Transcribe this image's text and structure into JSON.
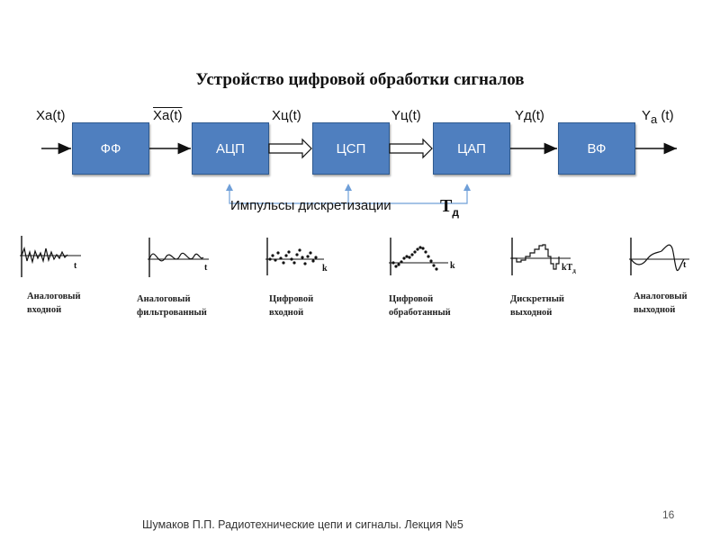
{
  "title": "Устройство цифровой обработки сигналов",
  "blocks": [
    "ФФ",
    "АЦП",
    "ЦСП",
    "ЦАП",
    "ВФ"
  ],
  "signals": {
    "xa": "Xa(t)",
    "xa_filtered": "Xa(t)",
    "xc": "Xц(t)",
    "yc": "Yц(t)",
    "yd": "Yд(t)",
    "ya_base": "Y",
    "ya_sub": "a",
    "ya_arg": " (t)"
  },
  "pulses": {
    "label": "Импульсы дискретизации",
    "td_base": "T",
    "td_sub": "д"
  },
  "plots": [
    {
      "caption": "Аналоговый\nвходной",
      "axis": "t",
      "axis_sub": ""
    },
    {
      "caption": "Аналоговый\nфильтрованный",
      "axis": "t",
      "axis_sub": ""
    },
    {
      "caption": "Цифровой\nвходной",
      "axis": "k",
      "axis_sub": ""
    },
    {
      "caption": "Цифровой\nобработанный",
      "axis": "k",
      "axis_sub": ""
    },
    {
      "caption": "Дискретный\nвыходной",
      "axis": "kT",
      "axis_sub": "д"
    },
    {
      "caption": "Аналоговый\nвыходной",
      "axis": "t",
      "axis_sub": ""
    }
  ],
  "footer": "Шумаков П.П. Радиотехнические цепи и сигналы. Лекция №5",
  "page_number": "16",
  "colors": {
    "block_fill": "#4f7fbf",
    "pulse_line": "#6f9fd8"
  }
}
